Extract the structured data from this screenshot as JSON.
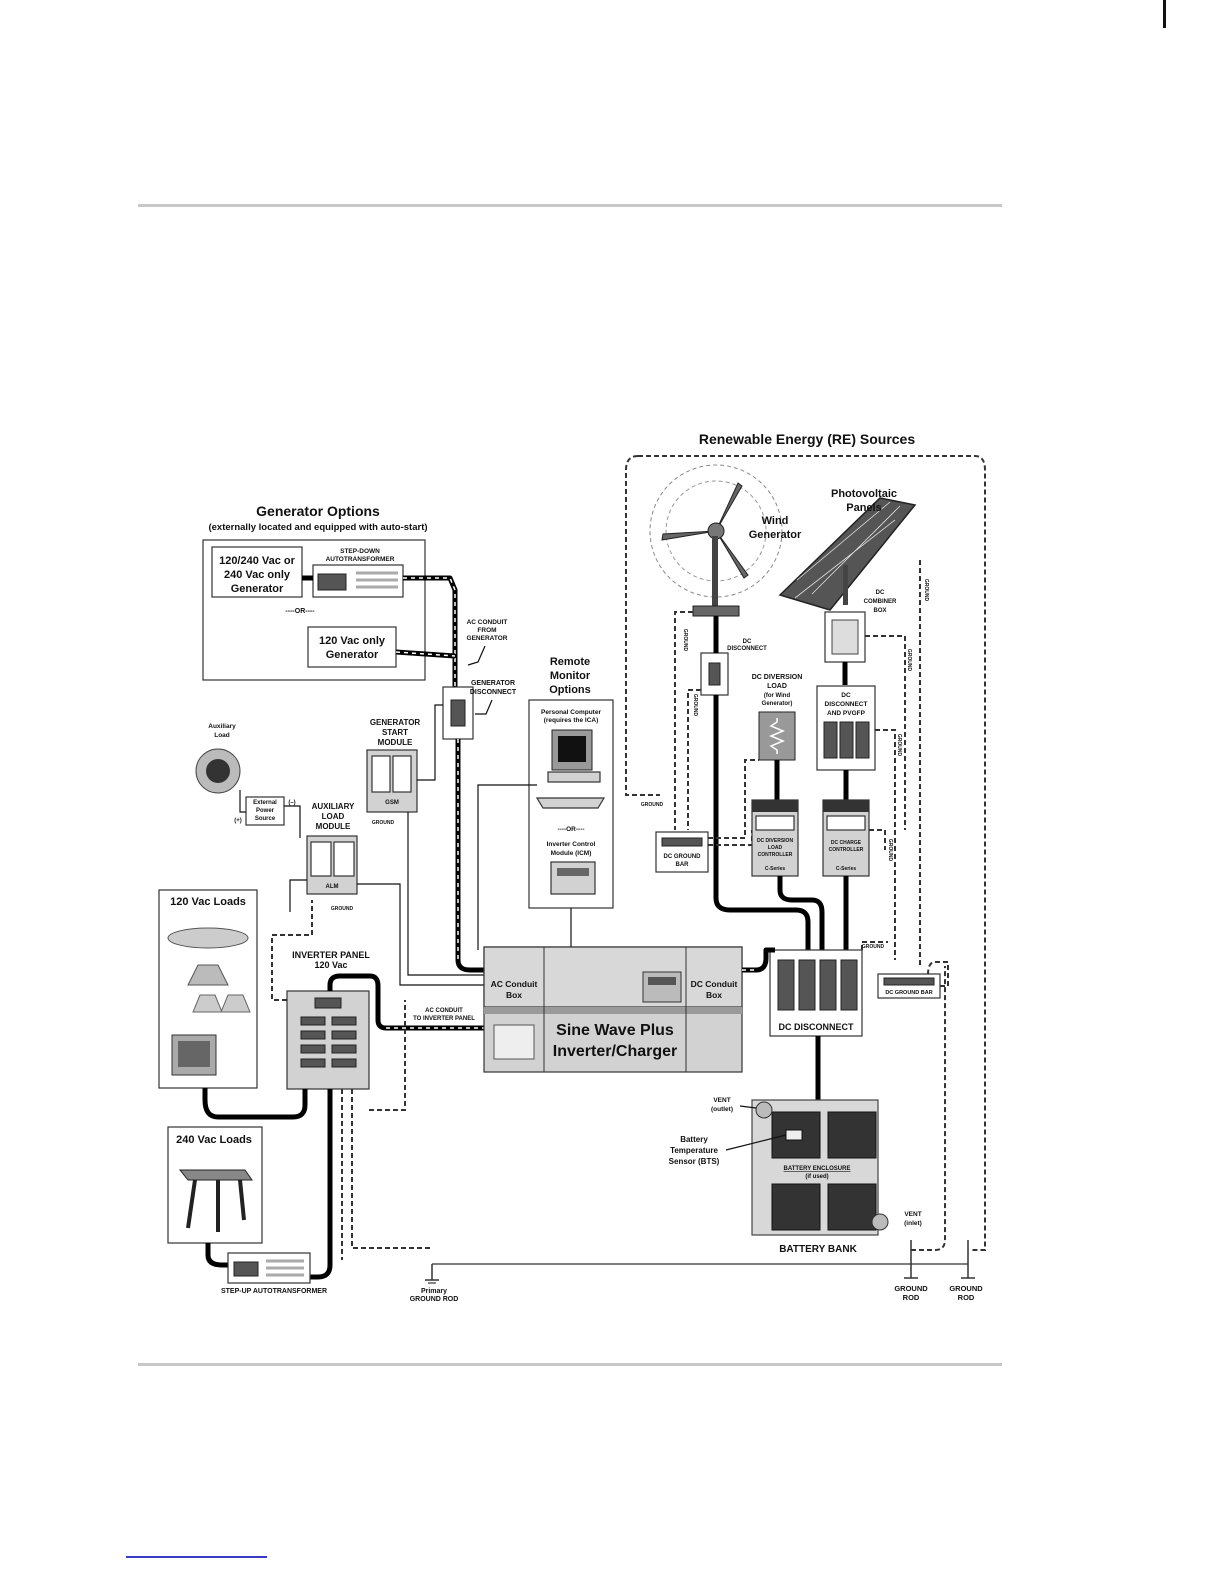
{
  "labels": {
    "re_sources": "Renewable Energy (RE) Sources",
    "generator_options": "Generator Options",
    "generator_options_sub": "(externally located and equipped with auto-start)",
    "gen_240_l1": "120/240 Vac or",
    "gen_240_l2": "240 Vac only",
    "gen_240_l3": "Generator",
    "step_down_l1": "STEP-DOWN",
    "step_down_l2": "AUTOTRANSFORMER",
    "or": "----OR----",
    "gen_120_l1": "120 Vac only",
    "gen_120_l2": "Generator",
    "ac_conduit_gen_l1": "AC CONDUIT",
    "ac_conduit_gen_l2": "FROM",
    "ac_conduit_gen_l3": "GENERATOR",
    "gen_disconnect_l1": "GENERATOR",
    "gen_disconnect_l2": "DISCONNECT",
    "remote_l1": "Remote",
    "remote_l2": "Monitor",
    "remote_l3": "Options",
    "pc_l1": "Personal Computer",
    "pc_l2": "(requires the ICA)",
    "or2": "----OR----",
    "icm_l1": "Inverter Control",
    "icm_l2": "Module (ICM)",
    "aux_load_l1": "Auxiliary",
    "aux_load_l2": "Load",
    "ext_power_l1": "External",
    "ext_power_l2": "Power",
    "ext_power_l3": "Source",
    "minus": "(–)",
    "plus": "(+)",
    "gsm_title_l1": "GENERATOR",
    "gsm_title_l2": "START",
    "gsm_title_l3": "MODULE",
    "gsm": "GSM",
    "ground": "GROUND",
    "alm_title_l1": "AUXILIARY",
    "alm_title_l2": "LOAD",
    "alm_title_l3": "MODULE",
    "alm": "ALM",
    "loads_120": "120 Vac Loads",
    "loads_240": "240 Vac Loads",
    "inverter_panel_l1": "INVERTER PANEL",
    "inverter_panel_l2": "120 Vac",
    "ac_conduit_panel_l1": "AC CONDUIT",
    "ac_conduit_panel_l2": "TO INVERTER PANEL",
    "ac_conduit_box_l1": "AC Conduit",
    "ac_conduit_box_l2": "Box",
    "dc_conduit_box_l1": "DC Conduit",
    "dc_conduit_box_l2": "Box",
    "inverter_l1": "Sine Wave Plus",
    "inverter_l2": "Inverter/Charger",
    "step_up": "STEP-UP AUTOTRANSFORMER",
    "primary_ground_l1": "Primary",
    "primary_ground_l2": "GROUND ROD",
    "wind_l1": "Wind",
    "wind_l2": "Generator",
    "pv_l1": "Photovoltaic",
    "pv_l2": "Panels",
    "dc_combiner_l1": "DC",
    "dc_combiner_l2": "COMBINER",
    "dc_combiner_l3": "BOX",
    "dc_disconnect_small_l1": "DC",
    "dc_disconnect_small_l2": "DISCONNECT",
    "dc_diversion_l1": "DC DIVERSION",
    "dc_diversion_l2": "LOAD",
    "dc_diversion_l3": "(for Wind",
    "dc_diversion_l4": "Generator)",
    "dc_pvgfp_l1": "DC",
    "dc_pvgfp_l2": "DISCONNECT",
    "dc_pvgfp_l3": "AND PVGFP",
    "dc_ground_bar_l1": "DC GROUND",
    "dc_ground_bar_l2": "BAR",
    "div_ctrl_l1": "DC DIVERSION",
    "div_ctrl_l2": "LOAD",
    "div_ctrl_l3": "CONTROLLER",
    "chg_ctrl_l1": "DC CHARGE",
    "chg_ctrl_l2": "CONTROLLER",
    "c_series": "C-Series",
    "dc_disconnect_main": "DC DISCONNECT",
    "dc_ground_bar2": "DC GROUND BAR",
    "vent_outlet_l1": "VENT",
    "vent_outlet_l2": "(outlet)",
    "bts_l1": "Battery",
    "bts_l2": "Temperature",
    "bts_l3": "Sensor (BTS)",
    "enclosure_l1": "BATTERY ENCLOSURE",
    "enclosure_l2": "(if used)",
    "vent_inlet_l1": "VENT",
    "vent_inlet_l2": "(inlet)",
    "battery_bank": "BATTERY BANK",
    "ground_rod_l1": "GROUND",
    "ground_rod_l2": "ROD"
  }
}
